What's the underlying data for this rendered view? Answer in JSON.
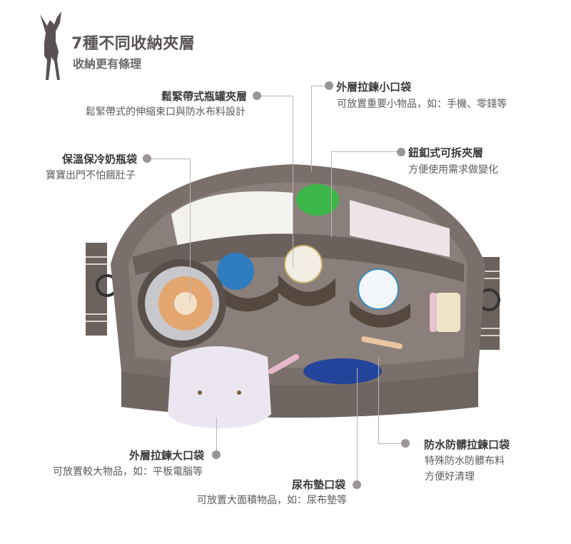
{
  "header": {
    "logo_icon": "deer-silhouette-icon",
    "title": "7種不同收納夾層",
    "subtitle": "收納更有條理"
  },
  "callouts": [
    {
      "id": "elastic-bottle-pocket",
      "title": "鬆緊帶式瓶罐夾層",
      "desc": [
        "鬆緊帶式的伸縮束口與防水布料設計"
      ]
    },
    {
      "id": "outer-small-zip-pocket",
      "title": "外層拉鍊小口袋",
      "desc": [
        "可放置重要小物品，如：手機、零錢等"
      ]
    },
    {
      "id": "insulated-bottle-bag",
      "title": "保溫保冷奶瓶袋",
      "desc": [
        "寶寶出門不怕餓肚子"
      ]
    },
    {
      "id": "snap-detachable-layer",
      "title": "鈕釦式可拆夾層",
      "desc": [
        "方便使用需求做變化"
      ]
    },
    {
      "id": "outer-large-zip-pocket",
      "title": "外層拉鍊大口袋",
      "desc": [
        "可放置較大物品，如：平板電腦等"
      ]
    },
    {
      "id": "diaper-pad-pocket",
      "title": "尿布墊口袋",
      "desc": [
        "可放置大面積物品，如：尿布墊等"
      ]
    },
    {
      "id": "waterproof-zip-pocket",
      "title": "防水防髒拉鍊口袋",
      "desc": [
        "特殊防水防髒布料",
        "方便好清理"
      ]
    }
  ],
  "colors": {
    "bag_body": "#6e6460",
    "bag_interior": "#7c716c",
    "dot": "#9a9696",
    "line": "#b8b4b4",
    "title_text": "#3c3838"
  }
}
